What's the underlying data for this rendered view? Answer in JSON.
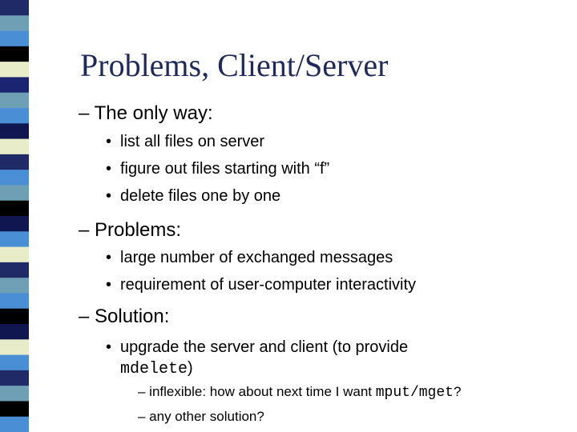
{
  "slide": {
    "title": "Problems, Client/Server",
    "section1": {
      "heading": "– The only way:",
      "bullets": [
        "list all files on server",
        "figure out files starting with “f”",
        "delete files one by one"
      ]
    },
    "section2": {
      "heading": "– Problems:",
      "bullets": [
        "large number of exchanged messages",
        "requirement of user-computer interactivity"
      ]
    },
    "section3": {
      "heading": "– Solution:",
      "bullet_text": "upgrade the server and client (to provide",
      "bullet_code": "mdelete",
      "bullet_tail": ")",
      "sub1_text": "– inflexible: how about next time I want ",
      "sub1_code": "mput/mget",
      "sub1_tail": "?",
      "sub2_text": "– any other solution?"
    },
    "bullet_symbol": "•",
    "stripe_colors": [
      "#1f2a66",
      "#6e9fb5",
      "#4a8fd6",
      "#000000",
      "#e9ecc8",
      "#1a2470",
      "#0f1650"
    ]
  }
}
